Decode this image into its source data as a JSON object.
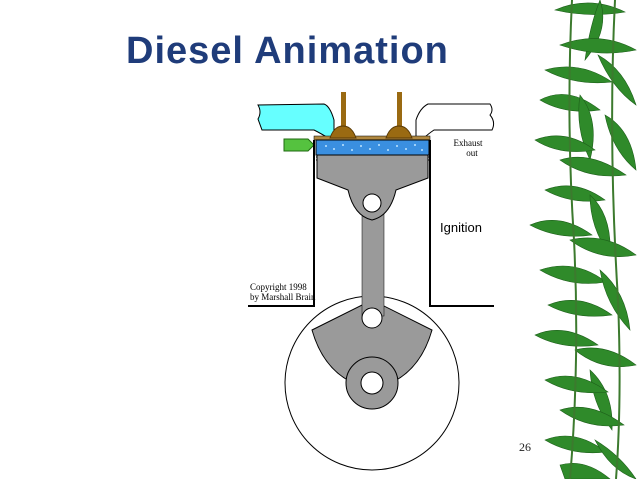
{
  "slide": {
    "title": "Diesel Animation",
    "page_number": "26"
  },
  "diagram": {
    "exhaust_label_line1": "Exhaust",
    "exhaust_label_line2": "out",
    "stroke_label": "Ignition",
    "copyright_line1": "Copyright 1998",
    "copyright_line2": "by Marshall Brain"
  },
  "colors": {
    "title": "#1f3c7a",
    "intake_port": "#66ffff",
    "combustion_chamber": "#3a8fe0",
    "valve": "#9a6a12",
    "injector": "#55c23f",
    "piston": "#9a9a9a",
    "leaves": "#2f8a2a"
  },
  "icons": {
    "decoration": "bamboo-leaves-icon"
  }
}
